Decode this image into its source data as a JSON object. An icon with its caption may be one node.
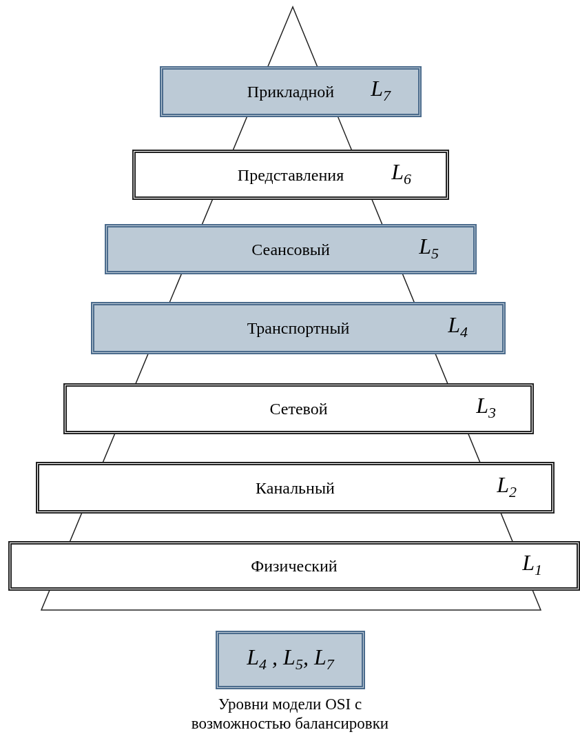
{
  "diagram": {
    "nodes": [
      {
        "text": [
          "Прикладной",
          "L$_{7}$"
        ]
      },
      {
        "text": [
          "Представления",
          "L$_{6}$"
        ]
      },
      {
        "text": [
          "Сеансовый",
          "L$_{5}$"
        ]
      },
      {
        "text": [
          "Транспортный",
          "L$_{4}$"
        ]
      },
      {
        "text": [
          "Сетевой",
          "L$_{3}$"
        ]
      },
      {
        "text": [
          "Канальный",
          "L$_{2}$"
        ]
      },
      {
        "text": [
          "Физический",
          "L$_{1}$"
        ]
      }
    ],
    "labels": [
      "L$_{4}$ , L$_{5}$, L$_{7}$"
    ],
    "legend": [
      {
        "text": "Уровни модели OSI с возможностью балансировки",
        "color": "#bccad6"
      }
    ]
  }
}
